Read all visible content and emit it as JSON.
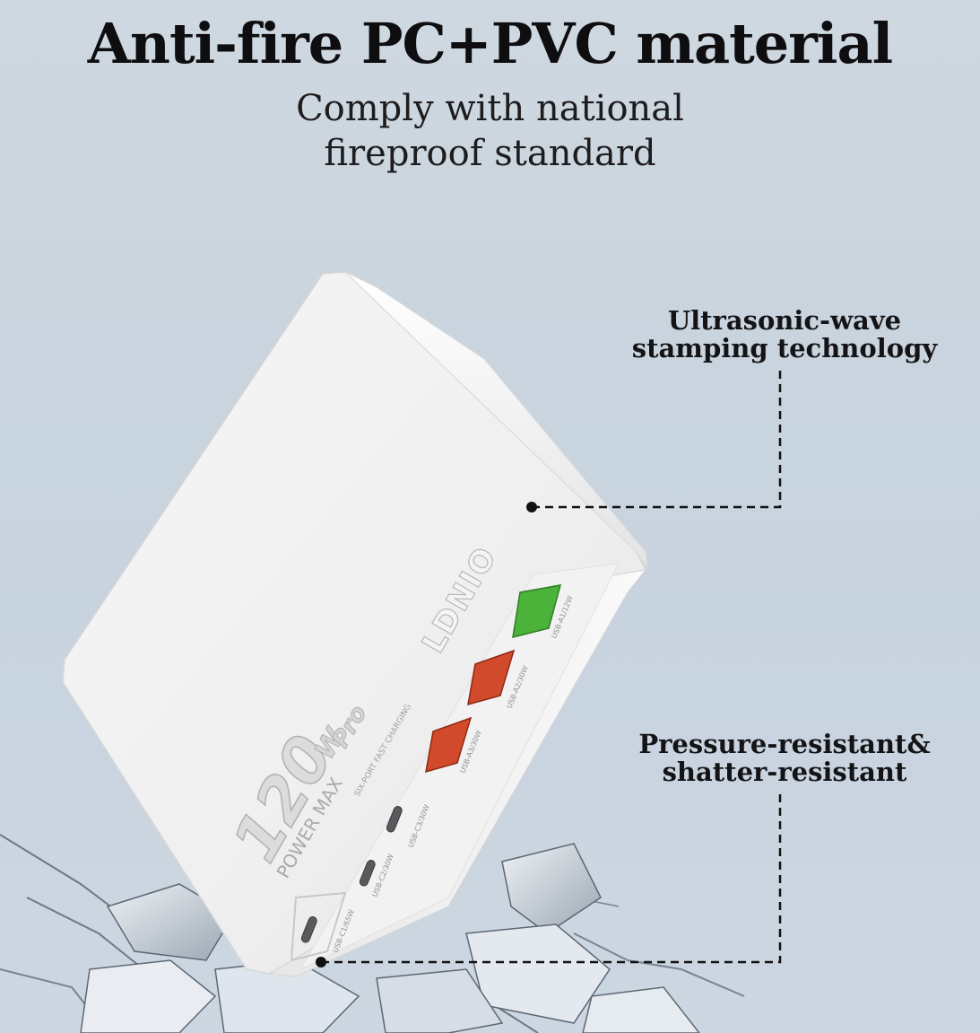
{
  "header": {
    "title": "Anti-fire PC+PVC material",
    "subtitle_line1": "Comply with national",
    "subtitle_line2": "fireproof standard"
  },
  "callouts": {
    "top": {
      "line1": "Ultrasonic-wave",
      "line2": "stamping technology"
    },
    "bottom": {
      "line1": "Pressure-resistant&",
      "line2": "shatter-resistant"
    }
  },
  "product": {
    "brand": "LDNIO",
    "wattage": "120",
    "wattage_unit": "W",
    "edition": "Pro",
    "power_label": "POWER MAX",
    "tagline": "SIX-PORT FAST CHARGING",
    "ports": [
      {
        "label": "USB-A1/12W",
        "color": "#4cb33a"
      },
      {
        "label": "USB-A2/30W",
        "color": "#d24a2c"
      },
      {
        "label": "USB-A3/30W",
        "color": "#d24a2c"
      },
      {
        "label": "USB-C3/30W",
        "color": "#5a5a5e"
      },
      {
        "label": "USB-C2/30W",
        "color": "#5a5a5e"
      },
      {
        "label": "USB-C1/65W",
        "color": "#5a5a5e"
      }
    ]
  },
  "colors": {
    "background": "#cbd5df",
    "charger_body": "#f4f4f4",
    "text": "#111111"
  }
}
